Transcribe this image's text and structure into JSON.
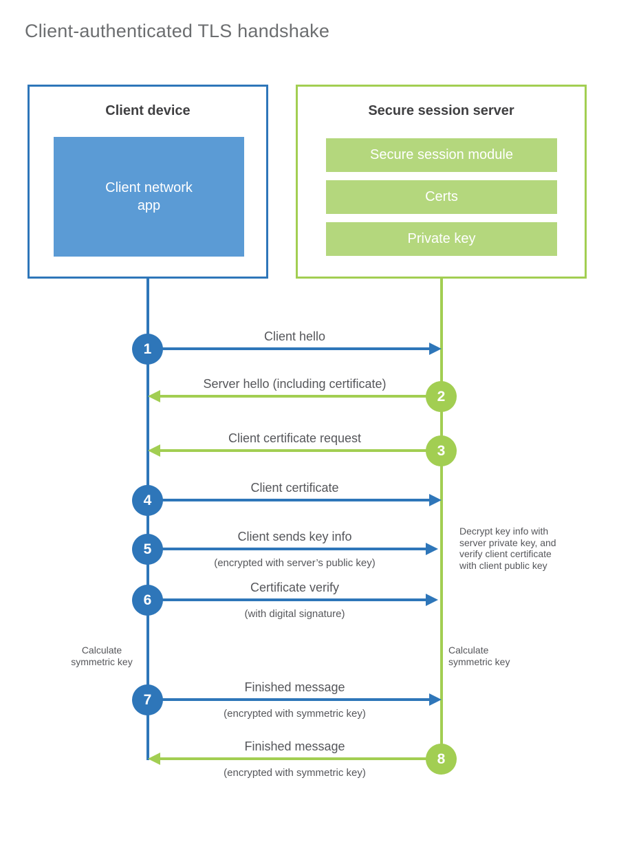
{
  "title": "Client-authenticated TLS handshake",
  "client": {
    "heading": "Client device",
    "app_label": "Client network\napp"
  },
  "server": {
    "heading": "Secure session server",
    "modules": [
      "Secure session module",
      "Certs",
      "Private key"
    ]
  },
  "steps": [
    {
      "num": "1",
      "label": "Client hello",
      "direction": "client-to-server"
    },
    {
      "num": "2",
      "label": "Server hello (including certificate)",
      "direction": "server-to-client"
    },
    {
      "num": "3",
      "label": "Client certificate request",
      "direction": "server-to-client"
    },
    {
      "num": "4",
      "label": "Client certificate",
      "direction": "client-to-server"
    },
    {
      "num": "5",
      "label": "Client sends key info",
      "sub": "(encrypted with server’s public key)",
      "direction": "client-to-server"
    },
    {
      "num": "6",
      "label": "Certificate verify",
      "sub": "(with digital signature)",
      "direction": "client-to-server"
    },
    {
      "num": "7",
      "label": "Finished message",
      "sub": "(encrypted with symmetric key)",
      "direction": "client-to-server"
    },
    {
      "num": "8",
      "label": "Finished message",
      "sub": "(encrypted with symmetric key)",
      "direction": "server-to-client"
    }
  ],
  "notes": {
    "decrypt": "Decrypt key info with\nserver private key, and\nverify client certificate\nwith client public key",
    "calc_left": "Calculate\nsymmetric key",
    "calc_right": "Calculate\nsymmetric key"
  },
  "colors": {
    "blue_strong": "#2e76b9",
    "blue_light": "#5b9bd5",
    "green_strong": "#a2ce52",
    "green_light": "#b4d77d",
    "text_gray": "#55565a",
    "heading_dark": "#404042",
    "title_gray": "#6c6e70"
  }
}
